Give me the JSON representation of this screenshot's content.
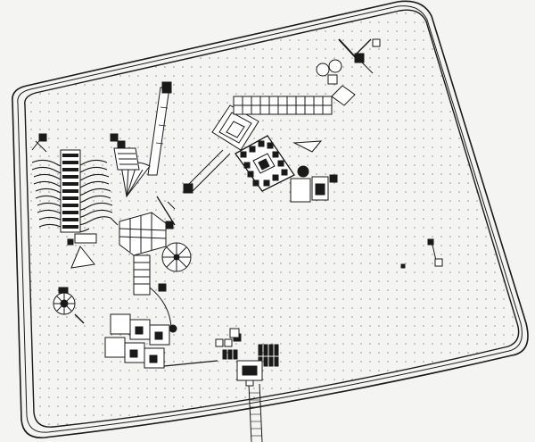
{
  "plan": {
    "kind": "architectural site plan drawing",
    "colors": {
      "paper": "#f4f4f2",
      "ink": "#1a1a1a",
      "grid_dot": "#8a8a8a",
      "fill_dark": "#222222",
      "fill_light": "#ffffff"
    },
    "dot_grid": true,
    "elements": [
      "site-boundary",
      "inner-path-border",
      "entrance-walkway",
      "wave-maze",
      "bridge-structure",
      "diagonal-pier",
      "fan-pavilion",
      "spiral-plaza",
      "pixel-stair-path",
      "windmill-tower",
      "cube-grid-building",
      "ferris-wheel",
      "gear-carousel",
      "ladder-walkway",
      "square-gardens",
      "bench-clusters",
      "gate-house",
      "small-kiosks"
    ]
  }
}
